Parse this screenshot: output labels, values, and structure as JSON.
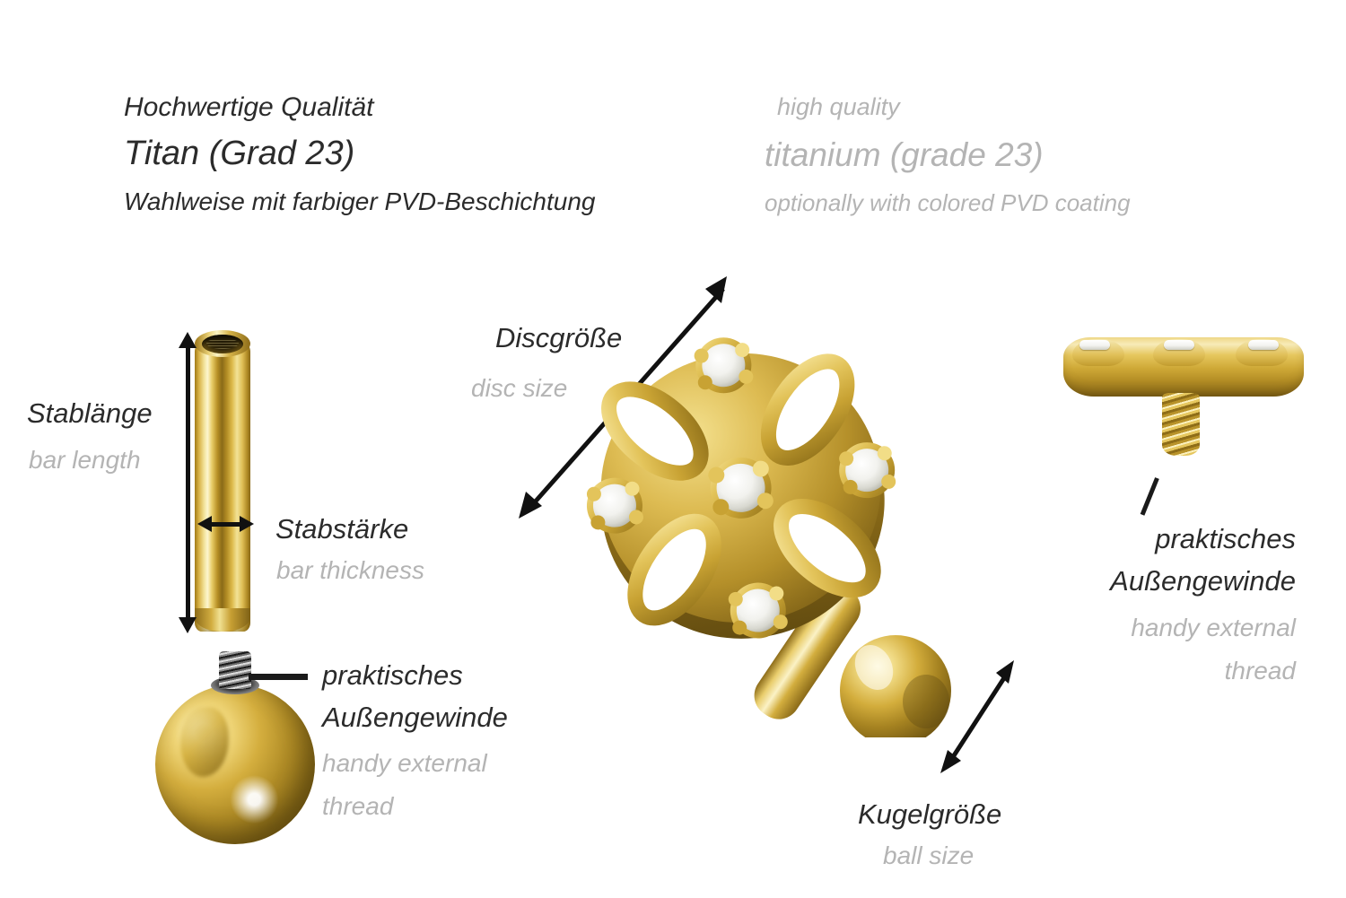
{
  "header": {
    "de_line1": "Hochwertige Qualität",
    "de_line2": "Titan (Grad 23)",
    "de_line3": "Wahlweise mit farbiger PVD-Beschichtung",
    "en_line1": "high quality",
    "en_line2": "titanium (grade 23)",
    "en_line3": "optionally with colored PVD coating"
  },
  "labels": {
    "bar_length_de": "Stablänge",
    "bar_length_en": "bar length",
    "bar_thickness_de": "Stabstärke",
    "bar_thickness_en": "bar thickness",
    "disc_size_de": "Discgröße",
    "disc_size_en": "disc size",
    "thread_de_line1": "praktisches",
    "thread_de_line2": "Außengewinde",
    "thread_en_line1": "handy external",
    "thread_en_line2": "thread",
    "ball_size_de": "Kugelgröße",
    "ball_size_en": "ball size"
  },
  "colors": {
    "background": "#ffffff",
    "text_primary": "#2b2b2b",
    "text_secondary": "#b4b4b4",
    "arrow": "#111111",
    "gold_light": "#fdf6cf",
    "gold_mid": "#d9b243",
    "gold_dark": "#8a6a18",
    "crystal": "#ffffff",
    "steel": "#9a9a9a"
  },
  "parts": {
    "bar": "titanium-bar",
    "ball": "threaded-ball",
    "disc_front": "gem-set-openwork-disc",
    "disc_side": "disc-side-view-with-thread",
    "crystal_count": 5
  }
}
